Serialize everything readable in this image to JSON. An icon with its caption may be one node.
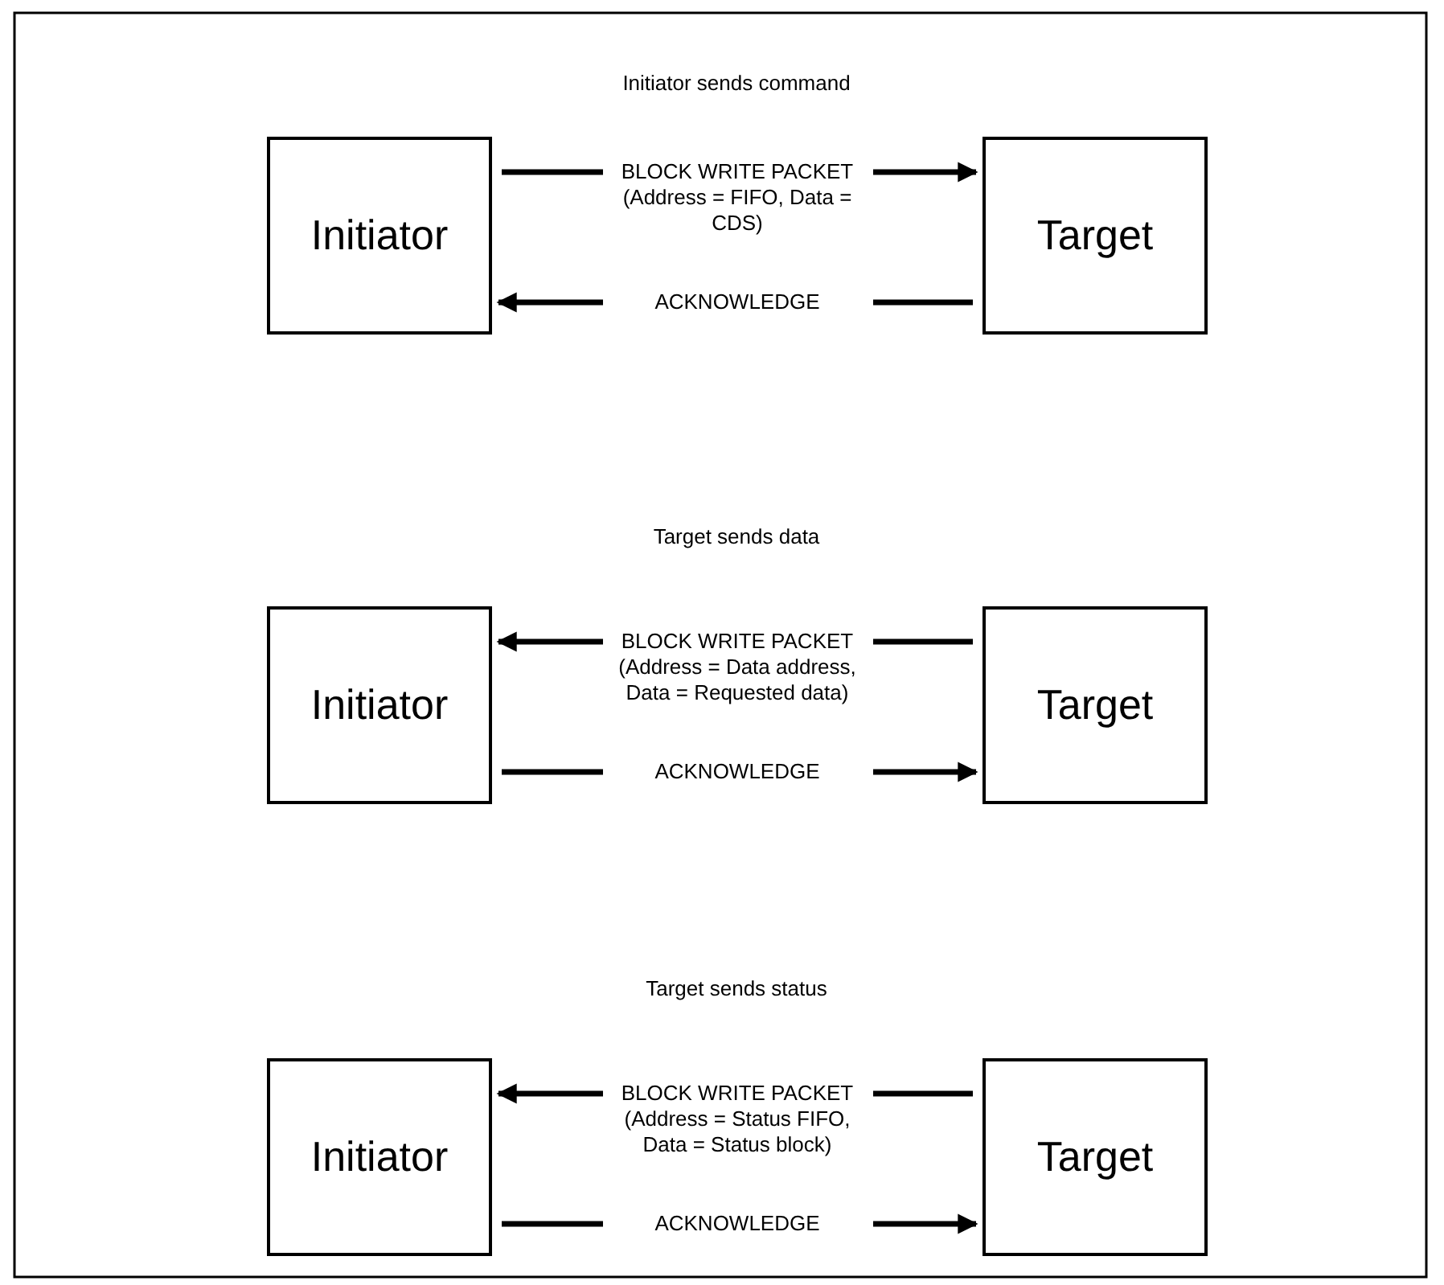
{
  "diagram": {
    "nodes": [
      {
        "text": [
          "Initiator"
        ]
      },
      {
        "text": [
          "Target"
        ]
      },
      {
        "text": [
          "Initiator"
        ]
      },
      {
        "text": [
          "Target"
        ]
      },
      {
        "text": [
          "Initiator"
        ]
      },
      {
        "text": [
          "Target"
        ]
      }
    ],
    "edges": [
      {
        "from": 0,
        "to": 1,
        "arrow": "to",
        "label": "BLOCK WRITE PACKET (Address = FIFO, Data = CDS)"
      },
      {
        "from": 1,
        "to": 0,
        "arrow": "to",
        "label": "ACKNOWLEDGE"
      },
      {
        "from": 3,
        "to": 2,
        "arrow": "to",
        "label": "BLOCK WRITE PACKET (Address = Data address, Data = Requested data)"
      },
      {
        "from": 2,
        "to": 3,
        "arrow": "to",
        "label": "ACKNOWLEDGE"
      },
      {
        "from": 5,
        "to": 4,
        "arrow": "to",
        "label": "BLOCK WRITE PACKET (Address = Status FIFO, Data = Status block)"
      },
      {
        "from": 4,
        "to": 5,
        "arrow": "to",
        "label": "ACKNOWLEDGE"
      }
    ],
    "labels": [
      "Initiator sends command",
      "Target sends data",
      "Target sends status"
    ]
  }
}
